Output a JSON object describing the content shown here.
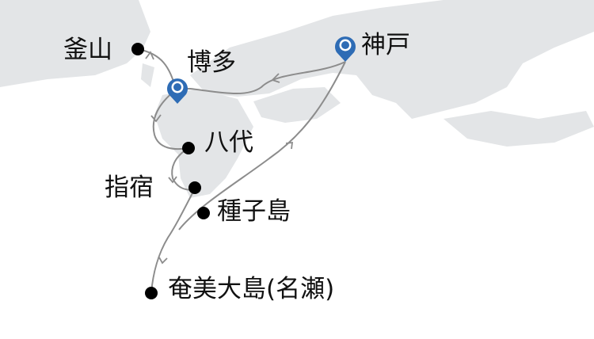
{
  "colors": {
    "land": "#e3e5e7",
    "route": "#8c8c8c",
    "pin": "#2e6cb5",
    "port": "#000000"
  },
  "ports": [
    {
      "id": "busan",
      "label": "釜山",
      "type": "dot"
    },
    {
      "id": "hakata",
      "label": "博多",
      "type": "pin"
    },
    {
      "id": "kobe",
      "label": "神戸",
      "type": "pin"
    },
    {
      "id": "yatsushiro",
      "label": "八代",
      "type": "dot"
    },
    {
      "id": "ibusuki",
      "label": "指宿",
      "type": "dot"
    },
    {
      "id": "tanegashima",
      "label": "種子島",
      "type": "dot"
    },
    {
      "id": "amami",
      "label": "奄美大島(名瀬)",
      "type": "dot"
    }
  ]
}
